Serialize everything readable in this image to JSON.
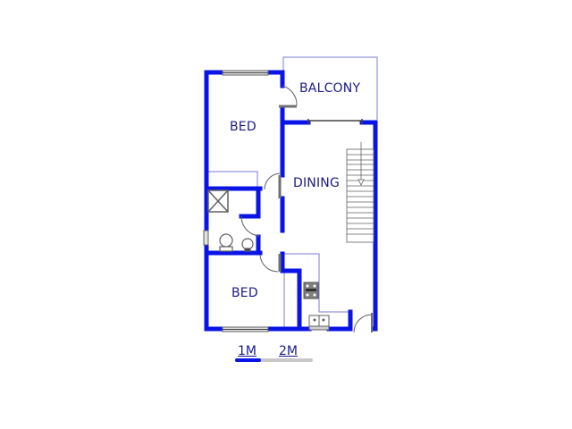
{
  "rooms": {
    "balcony": "BALCONY",
    "bed_top": "BED",
    "dining": "DINING",
    "bed_bottom": "BED"
  },
  "scale": {
    "mark_1": "1M",
    "mark_2": "2M"
  },
  "colors": {
    "wall": "#0a14e6",
    "label": "#1a1a8c",
    "thin_line": "#7b7bd6",
    "fixture": "#808080",
    "scale_bar_grey": "#c8c8c8"
  }
}
